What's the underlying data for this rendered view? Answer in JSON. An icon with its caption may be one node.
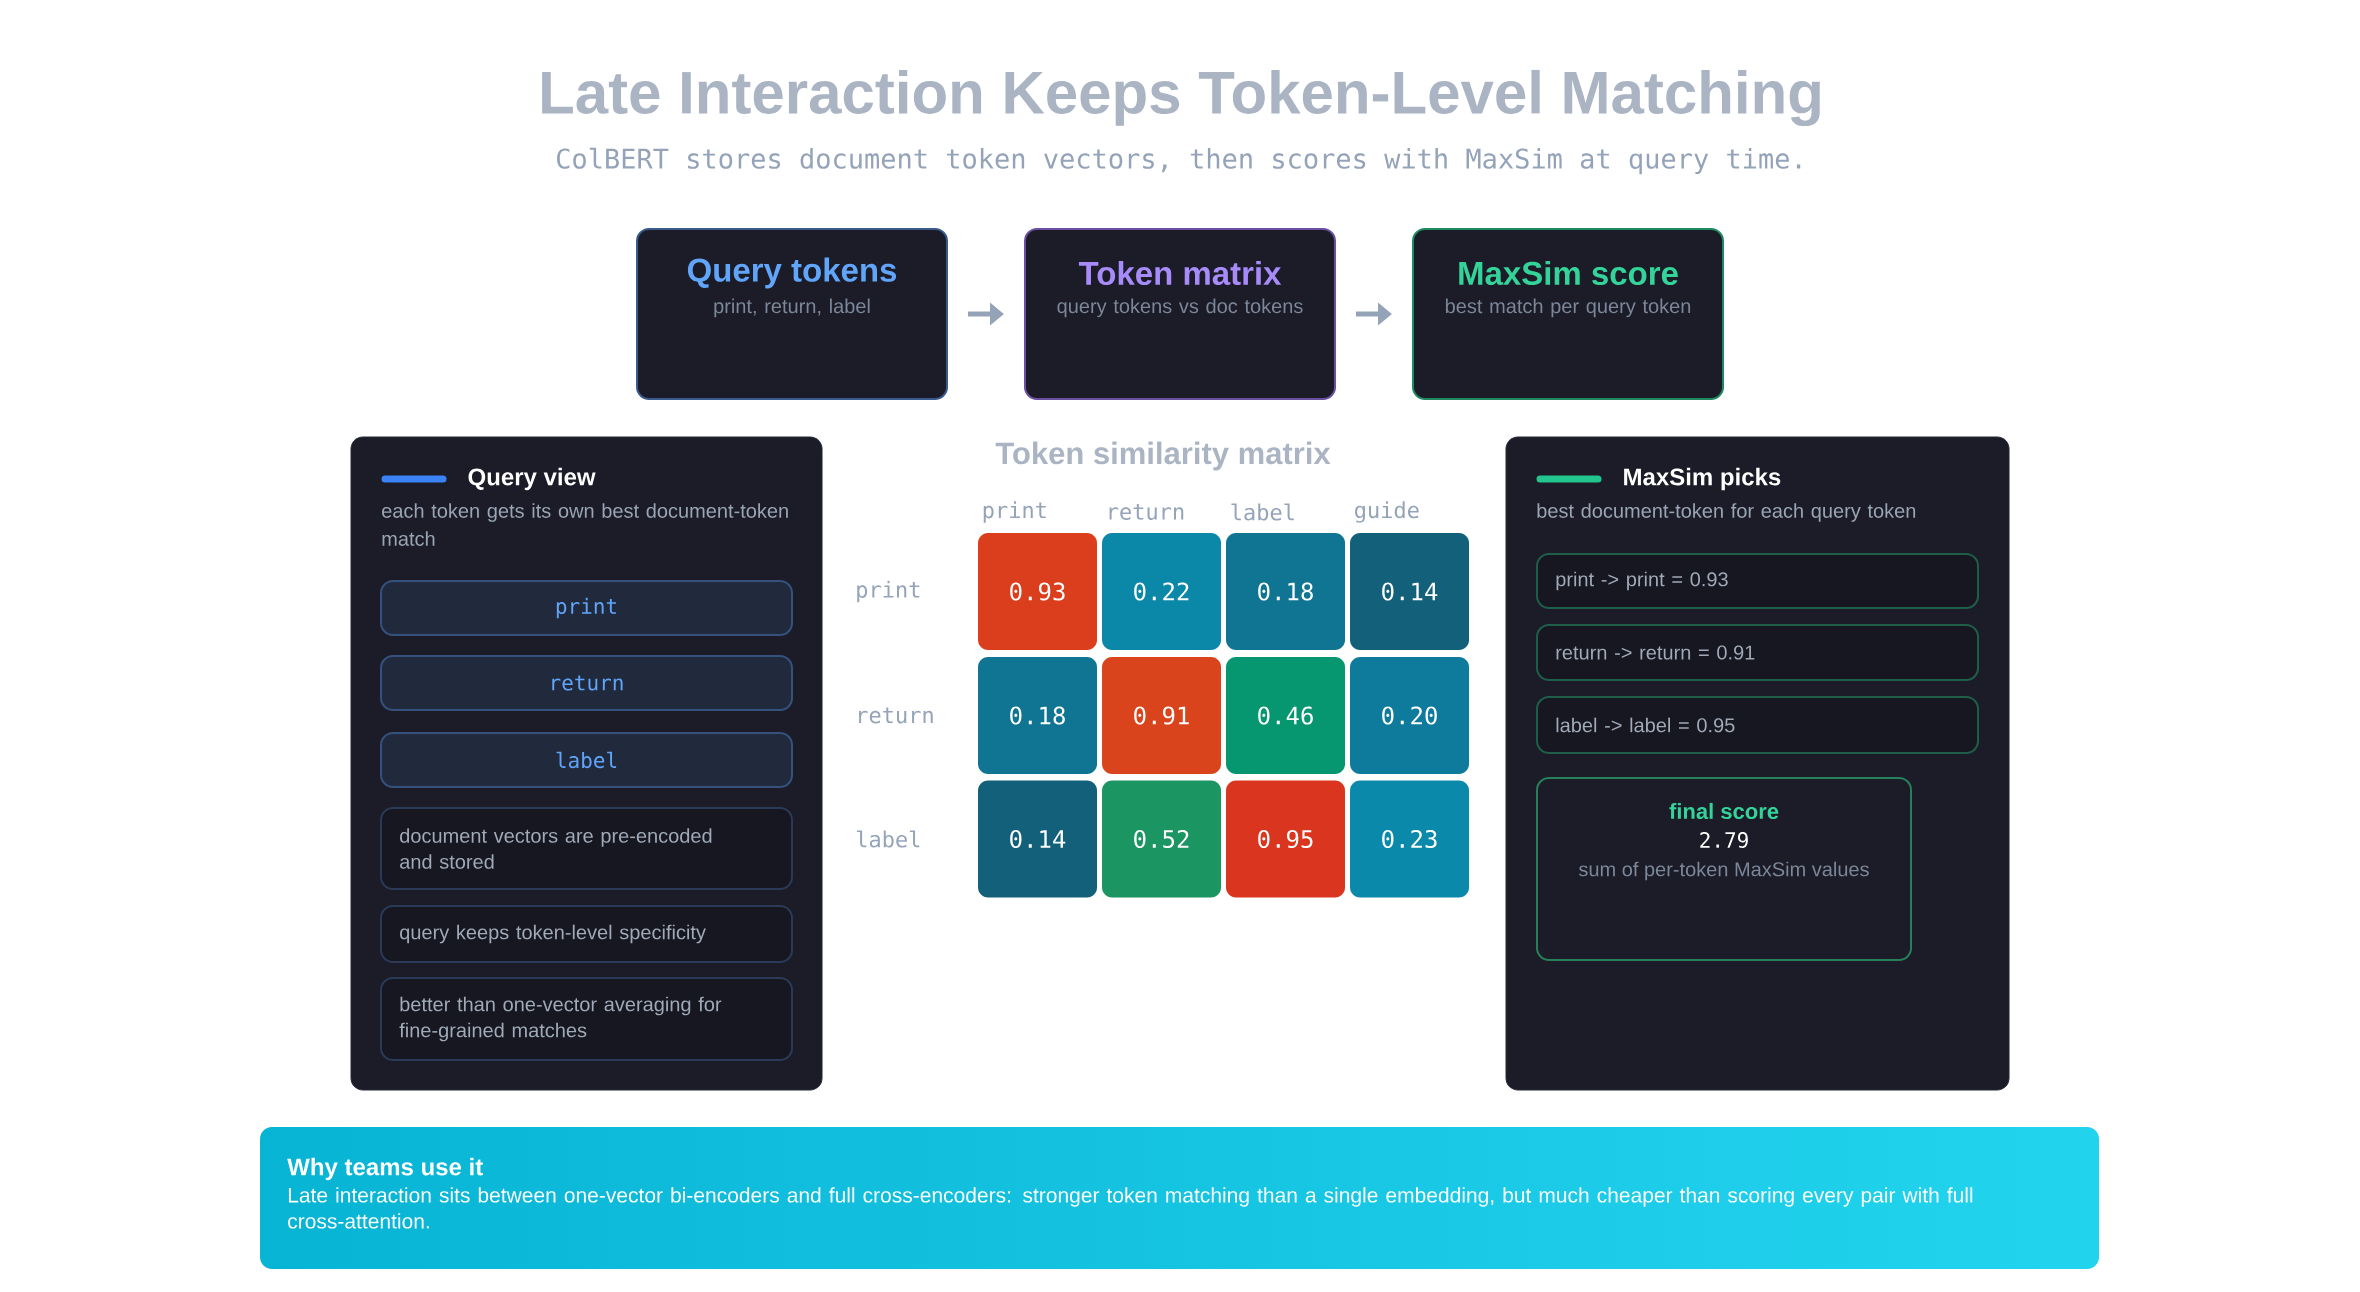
{
  "diagram": {
    "title": "Late Interaction Keeps Token-Level Matching",
    "nodes": [
      {
        "text": [
          "Query tokens",
          "print, return, label"
        ]
      },
      {
        "text": [
          "Token matrix",
          "query tokens vs doc tokens"
        ]
      },
      {
        "text": [
          "MaxSim score",
          "best match per query token"
        ]
      },
      {
        "text": [
          "Query view",
          "each token gets its own best document-token match"
        ]
      },
      {
        "text": [
          "print"
        ],
        "in": 3
      },
      {
        "text": [
          "return"
        ],
        "in": 3
      },
      {
        "text": [
          "label"
        ],
        "in": 3
      },
      {
        "text": [
          "document vectors are pre-encoded and stored"
        ],
        "in": 3
      },
      {
        "text": [
          "query keeps token-level specificity"
        ],
        "in": 3
      },
      {
        "text": [
          "better than one-vector averaging for fine-grained matches"
        ],
        "in": 3
      },
      {
        "text": [
          "MaxSim picks",
          "best document-token for each query token"
        ]
      },
      {
        "text": [
          "print -> print = 0.93"
        ],
        "in": 10
      },
      {
        "text": [
          "return -> return = 0.91"
        ],
        "in": 10
      },
      {
        "text": [
          "label -> label = 0.95"
        ],
        "in": 10
      },
      {
        "text": [
          "final score",
          "2.79",
          "sum of per-token MaxSim values"
        ],
        "in": 10
      },
      {
        "text": [
          "Why teams use it",
          "Late interaction sits between one-vector bi-encoders and full cross-encoders: stronger token matching than a single embedding, but much cheaper than scoring every pair with full cross-attention."
        ]
      }
    ],
    "edges": [
      {
        "from": 0,
        "to": 1,
        "arrow": "to"
      },
      {
        "from": 1,
        "to": 2,
        "arrow": "to"
      }
    ],
    "labels": [
      "ColBERT stores document token vectors, then scores with MaxSim at query time.",
      "Token similarity matrix",
      "print",
      "return",
      "label",
      "guide",
      "print",
      "0.93",
      "0.22",
      "0.18",
      "0.14",
      "return",
      "0.18",
      "0.91",
      "0.46",
      "0.20",
      "label",
      "0.14",
      "0.52",
      "0.95",
      "0.23"
    ]
  }
}
